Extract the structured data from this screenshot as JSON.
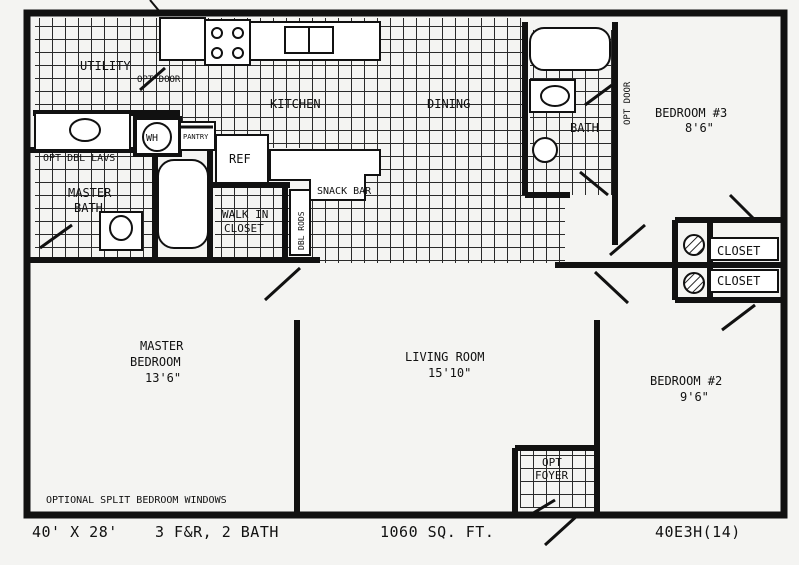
{
  "plan": {
    "labels": {
      "utility": "UTILITY",
      "opt_door_utility": "OPT DOOR",
      "kitchen": "KITCHEN",
      "dining": "DINING",
      "wh": "WH",
      "pantry": "PANTRY",
      "ref": "REF",
      "snack_bar": "SNACK BAR",
      "opt_dbl_lavs": "OPT DBL LAVS",
      "master_bath_1": "MASTER",
      "master_bath_2": "BATH",
      "walk_in_1": "WALK IN",
      "walk_in_2": "CLOSET",
      "dbl_rods": "DBL RODS",
      "bath": "BATH",
      "opt_door_bath": "OPT DOOR",
      "bedroom3_name": "BEDROOM #3",
      "bedroom3_size": "8'6\"",
      "closet_1": "CLOSET",
      "closet_2": "CLOSET",
      "master_bedroom_1": "MASTER",
      "master_bedroom_2": "BEDROOM",
      "master_bedroom_size": "13'6\"",
      "living_room_name": "LIVING ROOM",
      "living_room_size": "15'10\"",
      "bedroom2_name": "BEDROOM #2",
      "bedroom2_size": "9'6\"",
      "opt_foyer_1": "OPT",
      "opt_foyer_2": "FOYER",
      "split_windows": "OPTIONAL SPLIT BEDROOM WINDOWS"
    }
  },
  "footer": {
    "dimensions": "40' X 28'",
    "rooms": "3 F&R, 2 BATH",
    "area": "1060 SQ. FT.",
    "model": "40E3H(14)"
  }
}
